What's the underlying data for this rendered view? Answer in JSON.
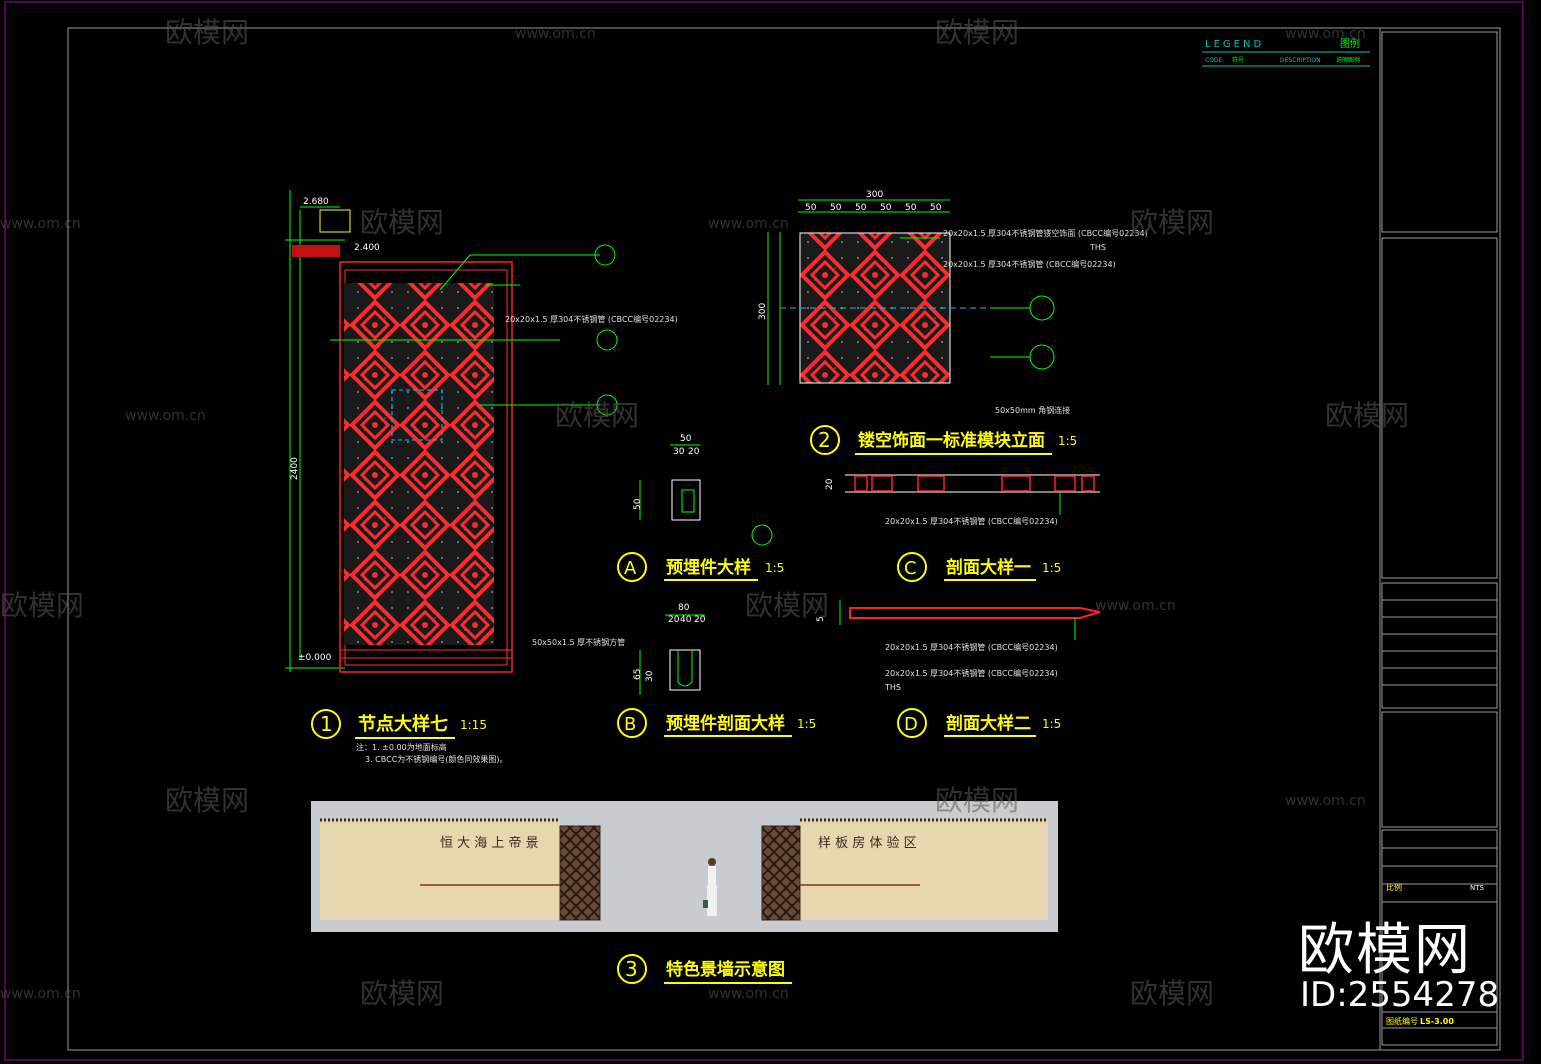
{
  "legend": {
    "title": "LEGEND",
    "title_cn": "图例",
    "code": "CODE",
    "code_cn": "符号",
    "description": "DESCRIPTION",
    "description_cn": "说明图例"
  },
  "details": {
    "d1": {
      "num": "1",
      "title": "节点大样七",
      "scale": "1:15"
    },
    "d2": {
      "num": "2",
      "title": "镂空饰面一标准模块立面",
      "scale": "1:5"
    },
    "dA": {
      "num": "A",
      "title": "预埋件大样",
      "scale": "1:5"
    },
    "dB": {
      "num": "B",
      "title": "预埋件剖面大样",
      "scale": "1:5"
    },
    "dC": {
      "num": "C",
      "title": "剖面大样一",
      "scale": "1:5"
    },
    "dD": {
      "num": "D",
      "title": "剖面大样二",
      "scale": "1:5"
    },
    "d3": {
      "num": "3",
      "title": "特色景墙示意图"
    }
  },
  "dims": {
    "elev_top1": "2.680",
    "elev_top2": "2.400",
    "elev_base": "±0.000",
    "height": "2400",
    "w300": "300",
    "w50": "50",
    "h50": "50",
    "a50": "50",
    "a30": "30",
    "a20": "20",
    "b80": "80",
    "b40": "40",
    "b65": "65",
    "b30": "30",
    "c20": "20",
    "d5": "5"
  },
  "notes": {
    "tube_a": "20x20x1.5 厚304不锈钢管镂空饰面 (CBCC编号02234)",
    "tube_b": "20x20x1.5 厚304不锈钢管 (CBCC编号02234)",
    "tube_c": "50x50x1.5 厚不锈钢方管",
    "fixing": "50x50mm 角钢连接",
    "ths": "THS",
    "footnote1": "注：1. ±0.00为地面标高",
    "footnote2": "3. CBCC为不锈钢编号(颜色同效果图)。"
  },
  "wall_text": {
    "left": "恒 大 海 上 帝 景",
    "right": "样 板 房 体 验 区"
  },
  "titleblock": {
    "scale_label": "比例",
    "scale_value": "NTS",
    "drawing_no_label": "图纸编号",
    "drawing_no": "LS-3.00"
  },
  "watermark": {
    "brand": "欧模网",
    "url": "www.om.cn",
    "id": "ID:2554278"
  }
}
